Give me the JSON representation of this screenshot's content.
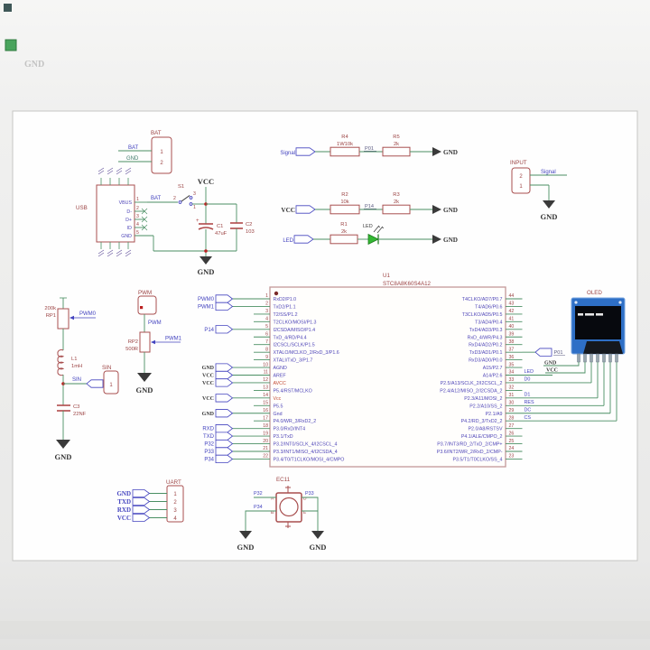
{
  "artifacts": {
    "corner_text": "GND"
  },
  "power": {
    "vcc": "VCC",
    "gnd": "GND"
  },
  "bat": {
    "title": "BAT",
    "pin1": "1",
    "pin2": "2",
    "net_bat": "BAT",
    "net_gnd": "GND"
  },
  "usb": {
    "ref": "USB",
    "pins": [
      {
        "num": "1",
        "name": "VBUS"
      },
      {
        "num": "2",
        "name": "D-"
      },
      {
        "num": "3",
        "name": "D+"
      },
      {
        "num": "4",
        "name": "ID"
      },
      {
        "num": "5",
        "name": "GND"
      }
    ],
    "net_bat": "BAT"
  },
  "s1": {
    "ref": "S1",
    "pin_left": "2",
    "pin_top": "3",
    "pin_bottom": "1"
  },
  "c1": {
    "ref": "C1",
    "value": "47uF",
    "plus": "+"
  },
  "c2": {
    "ref": "C2",
    "value": "103"
  },
  "c3": {
    "ref": "C3",
    "value": "22NF"
  },
  "rows": {
    "row1": {
      "port": "Signal",
      "ref1": "R4",
      "val1": "1W10k",
      "net": "P01",
      "ref2": "R5",
      "val2": "2k"
    },
    "row2": {
      "port": "VCC",
      "ref1": "R2",
      "val1": "10k",
      "net": "P14",
      "ref2": "R3",
      "val2": "2k"
    },
    "row3": {
      "port": "LED",
      "ref1": "R1",
      "val1": "2k",
      "led_label": "LED"
    }
  },
  "input": {
    "title": "INPUT",
    "pin_top": "2",
    "pin_bottom": "1",
    "net_signal": "Signal"
  },
  "rp1": {
    "value": "200k",
    "ref": "RP1",
    "net": "PWM0"
  },
  "l1": {
    "ref": "L1",
    "value": "1mH"
  },
  "sin": {
    "net": "SIN",
    "title": "SIN",
    "pin": "1"
  },
  "pwm": {
    "title": "PWM",
    "net": "PWM"
  },
  "rp2": {
    "ref": "RP2",
    "value": "500R",
    "net": "PWM1"
  },
  "mcu": {
    "ref": "U1",
    "part": "STC8A8K60S4A12",
    "left_pins": [
      {
        "num": "1",
        "label": "RxD2/P1.0"
      },
      {
        "num": "2",
        "label": "TxD2/P1.1"
      },
      {
        "num": "3",
        "label": "T2/SS/P1.2"
      },
      {
        "num": "4",
        "label": "T2CLKO/MOSI/P1.3"
      },
      {
        "num": "5",
        "label": "I2CSDA/MISO/P1.4"
      },
      {
        "num": "6",
        "label": "TxD_4/RD/P4.4"
      },
      {
        "num": "7",
        "label": "I2CSCL/SCLK/P1.5"
      },
      {
        "num": "8",
        "label": "XTALO/MCLKO_2/RxD_3/P1.6"
      },
      {
        "num": "9",
        "label": "XTALI/TxD_3/P1.7"
      },
      {
        "num": "10",
        "label": "AGND"
      },
      {
        "num": "11",
        "label": "AREF"
      },
      {
        "num": "12",
        "label": "AVCC",
        "red": true
      },
      {
        "num": "13",
        "label": "P5.4/RST/MCLKO"
      },
      {
        "num": "14",
        "label": "Vcc",
        "red": true
      },
      {
        "num": "15",
        "label": "P5.5"
      },
      {
        "num": "16",
        "label": "Gnd"
      },
      {
        "num": "17",
        "label": "P4.0/WR_3/RxD2_2"
      },
      {
        "num": "18",
        "label": "P3.0/RxD/INT4"
      },
      {
        "num": "19",
        "label": "P3.1/TxD"
      },
      {
        "num": "20",
        "label": "P3.2/INT0/SCLK_4/I2CSCL_4"
      },
      {
        "num": "21",
        "label": "P3.3/INT1/MISO_4/I2CSDA_4"
      },
      {
        "num": "22",
        "label": "P3.4/T0/T1CLKO/MOSI_4/CMPO"
      }
    ],
    "right_pins": [
      {
        "num": "44",
        "label": "T4CLKO/AD7/P0.7"
      },
      {
        "num": "43",
        "label": "T4/AD6/P0.6"
      },
      {
        "num": "42",
        "label": "T3CLKO/AD5/P0.5"
      },
      {
        "num": "41",
        "label": "T3/AD4/P0.4"
      },
      {
        "num": "40",
        "label": "TxD4/AD3/P0.3"
      },
      {
        "num": "39",
        "label": "RxD_4/WR/P4.3"
      },
      {
        "num": "38",
        "label": "RxD4/AD2/P0.2"
      },
      {
        "num": "37",
        "label": "TxD3/AD1/P0.1"
      },
      {
        "num": "36",
        "label": "RxD3/AD0/P0.0"
      },
      {
        "num": "35",
        "label": "A15/P2.7"
      },
      {
        "num": "34",
        "label": "A14/P2.6"
      },
      {
        "num": "33",
        "label": "P2.5/A13/SCLK_2/I2CSCL_2"
      },
      {
        "num": "32",
        "label": "P2.4/A12/MISO_2/I2CSDA_2"
      },
      {
        "num": "31",
        "label": "P2.3/A11/MOSI_2"
      },
      {
        "num": "30",
        "label": "P2.2/A10/SS_2"
      },
      {
        "num": "29",
        "label": "P2.1/A9"
      },
      {
        "num": "28",
        "label": "P4.2/RD_3/TxD2_2"
      },
      {
        "num": "27",
        "label": "P2.0/A8/RSTSV"
      },
      {
        "num": "26",
        "label": "P4.1/ALE/CMPO_2"
      },
      {
        "num": "25",
        "label": "P3.7/INT3/RD_2/TxD_2/CMP+"
      },
      {
        "num": "24",
        "label": "P3.6/INT2/WR_2/RxD_2/CMP-"
      },
      {
        "num": "23",
        "label": "P3.5/T1/T0CLKO/SS_4"
      }
    ],
    "left_ports": [
      {
        "label": "PWM0",
        "row": 1
      },
      {
        "label": "PWM1",
        "row": 2
      },
      {
        "label": "P14",
        "row": 5
      },
      {
        "label": "GND",
        "row": 10
      },
      {
        "label": "VCC",
        "row": 11
      },
      {
        "label": "VCC",
        "row": 12
      },
      {
        "label": "VCC",
        "row": 14
      },
      {
        "label": "GND",
        "row": 16
      },
      {
        "label": "RXD",
        "row": 18
      },
      {
        "label": "TXD",
        "row": 19
      },
      {
        "label": "P32",
        "row": 20
      },
      {
        "label": "P33",
        "row": 21
      },
      {
        "label": "P34",
        "row": 22
      }
    ],
    "right_port": {
      "label": "P01",
      "pin": 37
    },
    "right_nets": [
      {
        "label": "LED",
        "pin": 34
      },
      {
        "label": "D0",
        "pin": 33
      },
      {
        "label": "D1",
        "pin": 31
      },
      {
        "label": "RES",
        "pin": 30
      },
      {
        "label": "DC",
        "pin": 29
      },
      {
        "label": "CS",
        "pin": 28
      }
    ]
  },
  "oled": {
    "title": "OLED",
    "net_gnd": "GND",
    "net_vcc": "VCC"
  },
  "uart": {
    "title": "UART",
    "pins": [
      "1",
      "2",
      "3",
      "4"
    ],
    "nets": [
      "GND",
      "TXD",
      "RXD",
      "VCC"
    ]
  },
  "ec11": {
    "title": "EC11",
    "pin_a": "A",
    "pin_b": "B",
    "pin_d": "D",
    "pin_e": "E",
    "net_a": "P32",
    "net_b": "P34",
    "net_d": "P33"
  }
}
